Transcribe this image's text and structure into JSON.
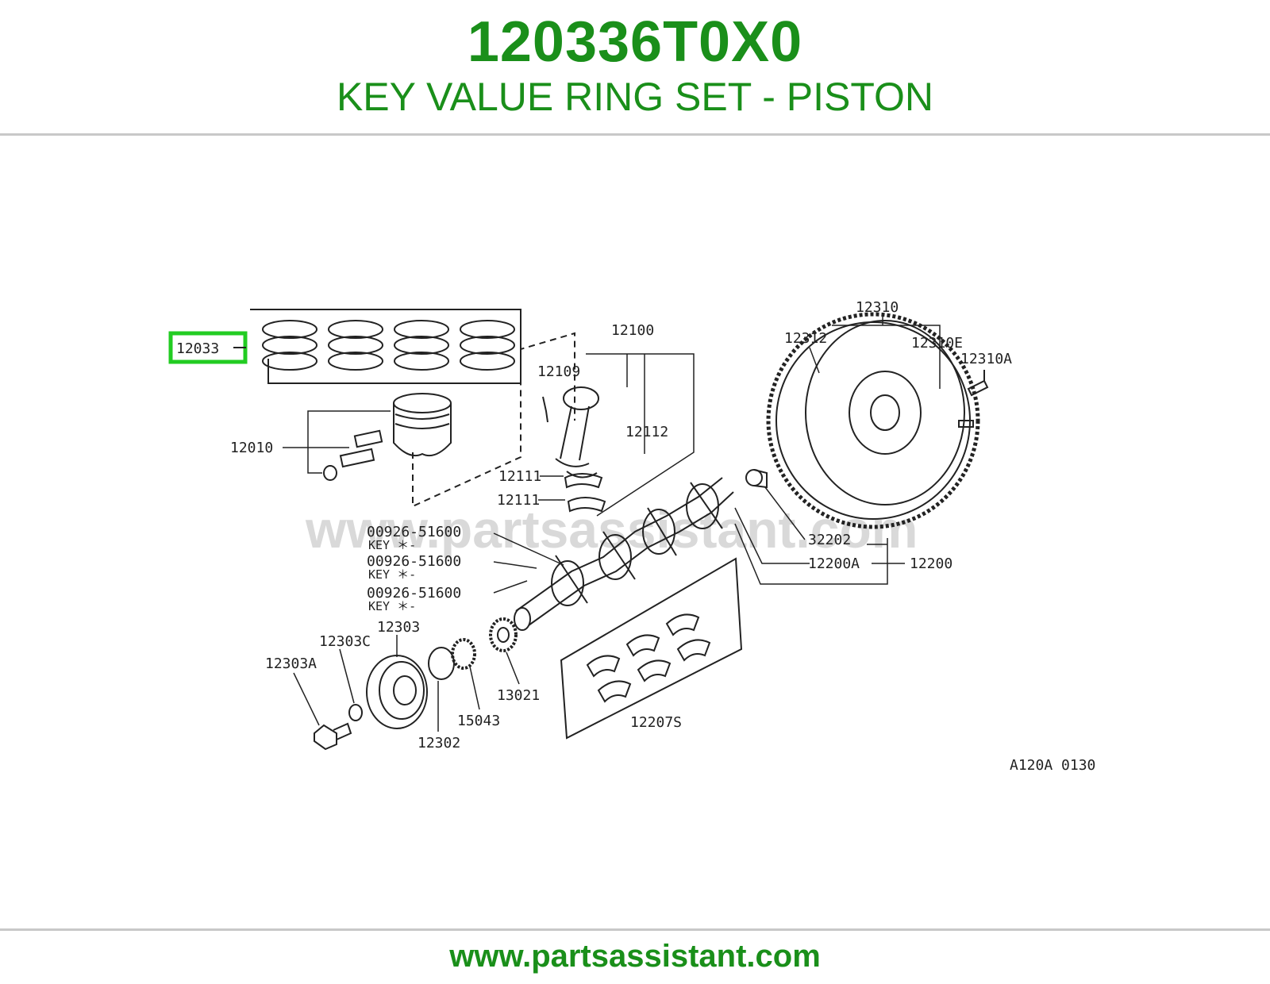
{
  "header": {
    "part_number": "120336T0X0",
    "part_name": "KEY VALUE RING SET - PISTON"
  },
  "diagram": {
    "watermark": "www.partsassistant.com",
    "figure_code": "A120A 0130",
    "highlight_color": "#22cc22",
    "labels": {
      "rings": "12033",
      "piston": "12010",
      "conrod_set": "12100",
      "conrod_bolt": "12109",
      "conrod_nut": "12112",
      "bearing_upper": "12111",
      "bearing_lower": "12111",
      "key1": "00926-51600",
      "key1_sub": "KEY ＊-",
      "key2": "00926-51600",
      "key2_sub": "KEY ＊-",
      "key3": "00926-51600",
      "key3_sub": "KEY ＊-",
      "flywheel": "12310",
      "ring_gear": "12312",
      "dowel": "12310E",
      "flywheel_bolt": "12310A",
      "pilot_bushing": "32202",
      "crankshaft": "12200A",
      "crankshaft_set": "12200",
      "main_bearings": "12207S",
      "pulley": "12303",
      "washer": "12303C",
      "pulley_bolt": "12303A",
      "pulley_hub": "12302",
      "oil_pump_gear": "15043",
      "crank_sprocket": "13021"
    }
  },
  "footer": {
    "website": "www.partsassistant.com"
  }
}
